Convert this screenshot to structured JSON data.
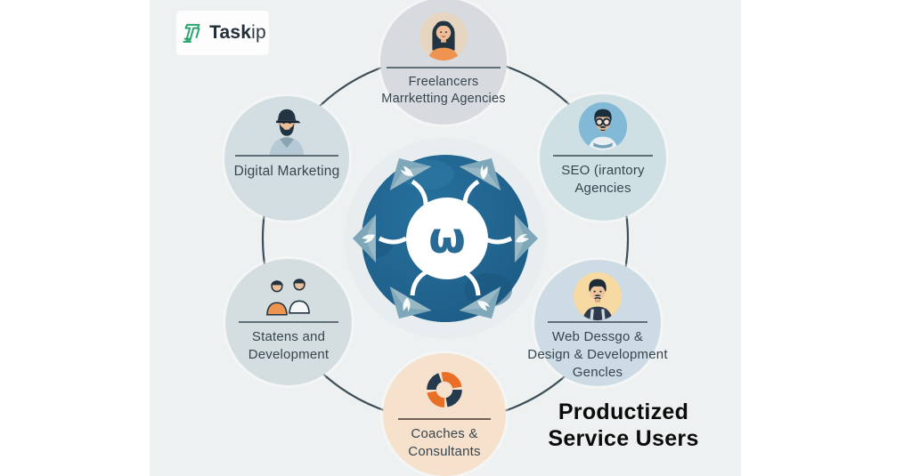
{
  "logo": {
    "name": "Taskip",
    "part1": "Task",
    "part2": "ip"
  },
  "title": {
    "line1": "Productized",
    "line2": "Service Users"
  },
  "hub": {
    "glyph": "ω"
  },
  "nodes": [
    {
      "id": "freelancers-marketing-agencies",
      "lines": [
        "Freelancers",
        "Marrketting Agencies"
      ]
    },
    {
      "id": "digital-marketing",
      "lines": [
        "Digital Marketing"
      ]
    },
    {
      "id": "seo-agencies",
      "lines": [
        "SEO (irantory",
        "Agencies"
      ]
    },
    {
      "id": "statens-and-development",
      "lines": [
        "Statens and",
        "Development"
      ]
    },
    {
      "id": "web-design-development",
      "lines": [
        "Web Dessgo &",
        "Design & Development",
        "Gencles"
      ]
    },
    {
      "id": "coaches-consultants",
      "lines": [
        "Coaches &",
        "Consultants"
      ]
    }
  ],
  "colors": {
    "page_bg": "#ffffff",
    "panel_bg": "#eef1f2",
    "ring": "#3e4e56",
    "hub_dark_blue": "#1f628d",
    "hub_triangle_blue": "#7fa7ba",
    "hub_glyph_blue": "#2a6b95",
    "node_gray": "#d7dade",
    "node_blue": "#cfe0e5",
    "node_peach": "#f5e1cc",
    "accent_orange": "#ec7a32",
    "accent_navy": "#263a4e",
    "logo_green": "#2aa66e",
    "label_text": "#37464e",
    "title_text": "#0b0b0b"
  }
}
